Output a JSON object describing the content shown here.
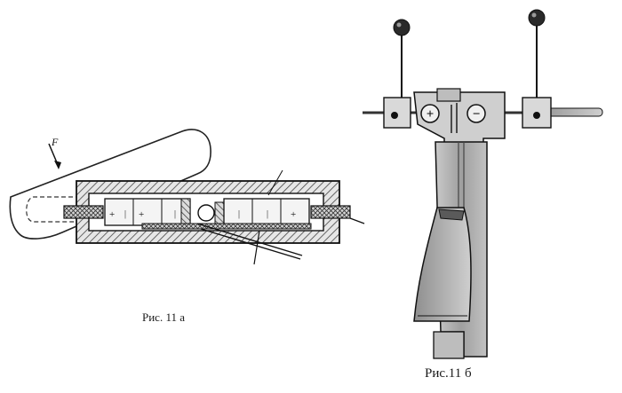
{
  "figure_a": {
    "caption": "Рис. 11 а",
    "force_label": "F",
    "plus_marks": [
      "+",
      "+",
      "+"
    ],
    "minus_marks": [
      "|",
      "|",
      "|",
      "|"
    ]
  },
  "figure_b": {
    "caption": "Рис.11 б",
    "plus_symbol": "+",
    "minus_symbol": "−"
  },
  "colors": {
    "ink": "#1a1a1a",
    "paper": "#ffffff",
    "body_shade": "#b8b8b8",
    "handle_shade": "#a9a9a9"
  }
}
